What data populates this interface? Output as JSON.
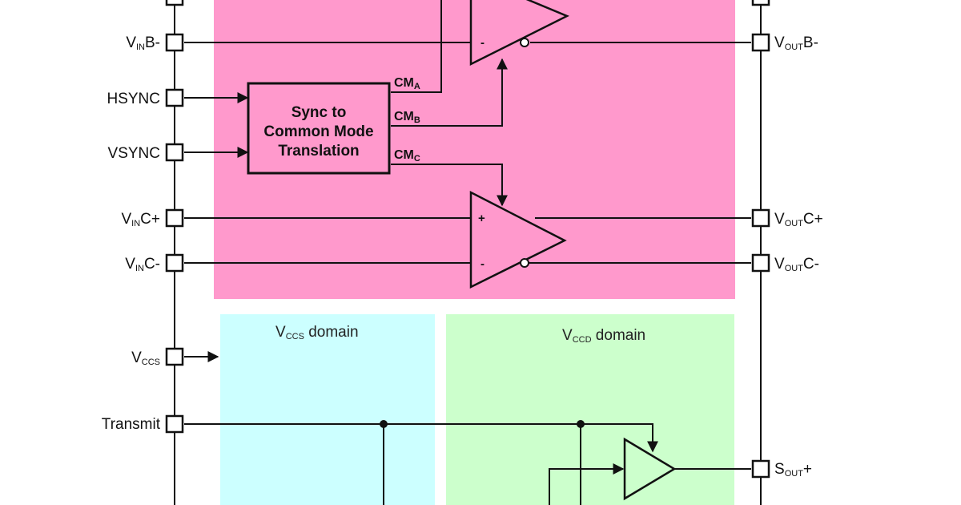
{
  "colors": {
    "video_domain": "#ff99cc",
    "vccs_domain": "#ccffff",
    "vccd_domain": "#ccffcc",
    "ink": "#111111"
  },
  "left_pins": {
    "vinb_minus": {
      "main": "V",
      "sub": "IN",
      "rest": "B-"
    },
    "hsync": {
      "main": "HSYNC"
    },
    "vsync": {
      "main": "VSYNC"
    },
    "vinc_plus": {
      "main": "V",
      "sub": "IN",
      "rest": "C+"
    },
    "vinc_minus": {
      "main": "V",
      "sub": "IN",
      "rest": "C-"
    },
    "vccs": {
      "main": "V",
      "sub": "CCS",
      "rest": ""
    },
    "transmit": {
      "main": "Transmit"
    }
  },
  "right_pins": {
    "voutb_minus": {
      "main": "V",
      "sub": "OUT",
      "rest": "B-"
    },
    "voutc_plus": {
      "main": "V",
      "sub": "OUT",
      "rest": "C+"
    },
    "voutc_minus": {
      "main": "V",
      "sub": "OUT",
      "rest": "C-"
    },
    "sout_plus": {
      "main": "S",
      "sub": "OUT",
      "rest": "+"
    }
  },
  "sync_block": {
    "line1": "Sync to",
    "line2": "Common Mode",
    "line3": "Translation"
  },
  "cm_outputs": {
    "a": {
      "main": "CM",
      "sub": "A"
    },
    "b": {
      "main": "CM",
      "sub": "B"
    },
    "c": {
      "main": "CM",
      "sub": "C"
    }
  },
  "amp_signs": {
    "b_minus": "-",
    "c_plus": "+",
    "c_minus": "-"
  },
  "domains": {
    "vccs": {
      "main": "V",
      "sub": "CCS",
      "rest": " domain"
    },
    "vccd": {
      "main": "V",
      "sub": "CCD",
      "rest": " domain"
    }
  }
}
